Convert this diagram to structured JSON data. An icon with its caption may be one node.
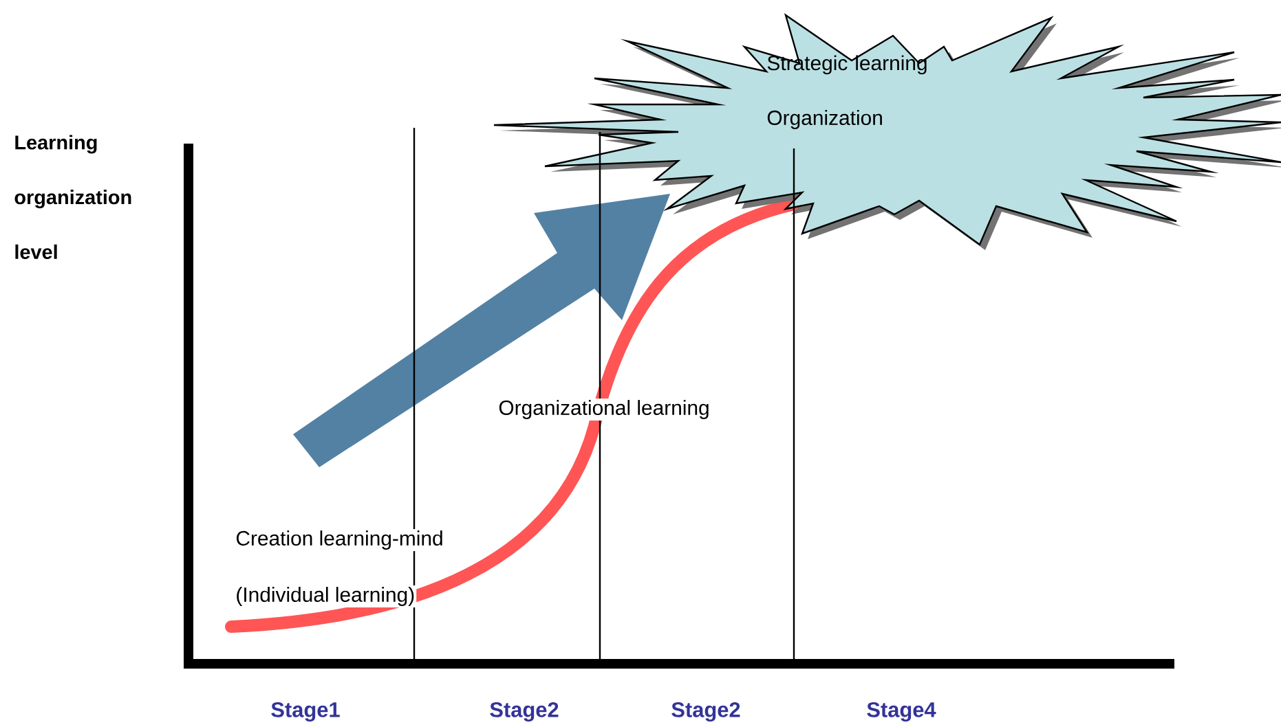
{
  "diagram": {
    "nodes": [
      {
        "text": [
          "Strategic learning Organization"
        ]
      }
    ],
    "labels": [
      "Learning organization level",
      "Organizational learning",
      "Creation learning-mind",
      "(Individual learning)",
      "Stage1",
      "Stage2",
      "Stage2",
      "Stage4"
    ]
  }
}
